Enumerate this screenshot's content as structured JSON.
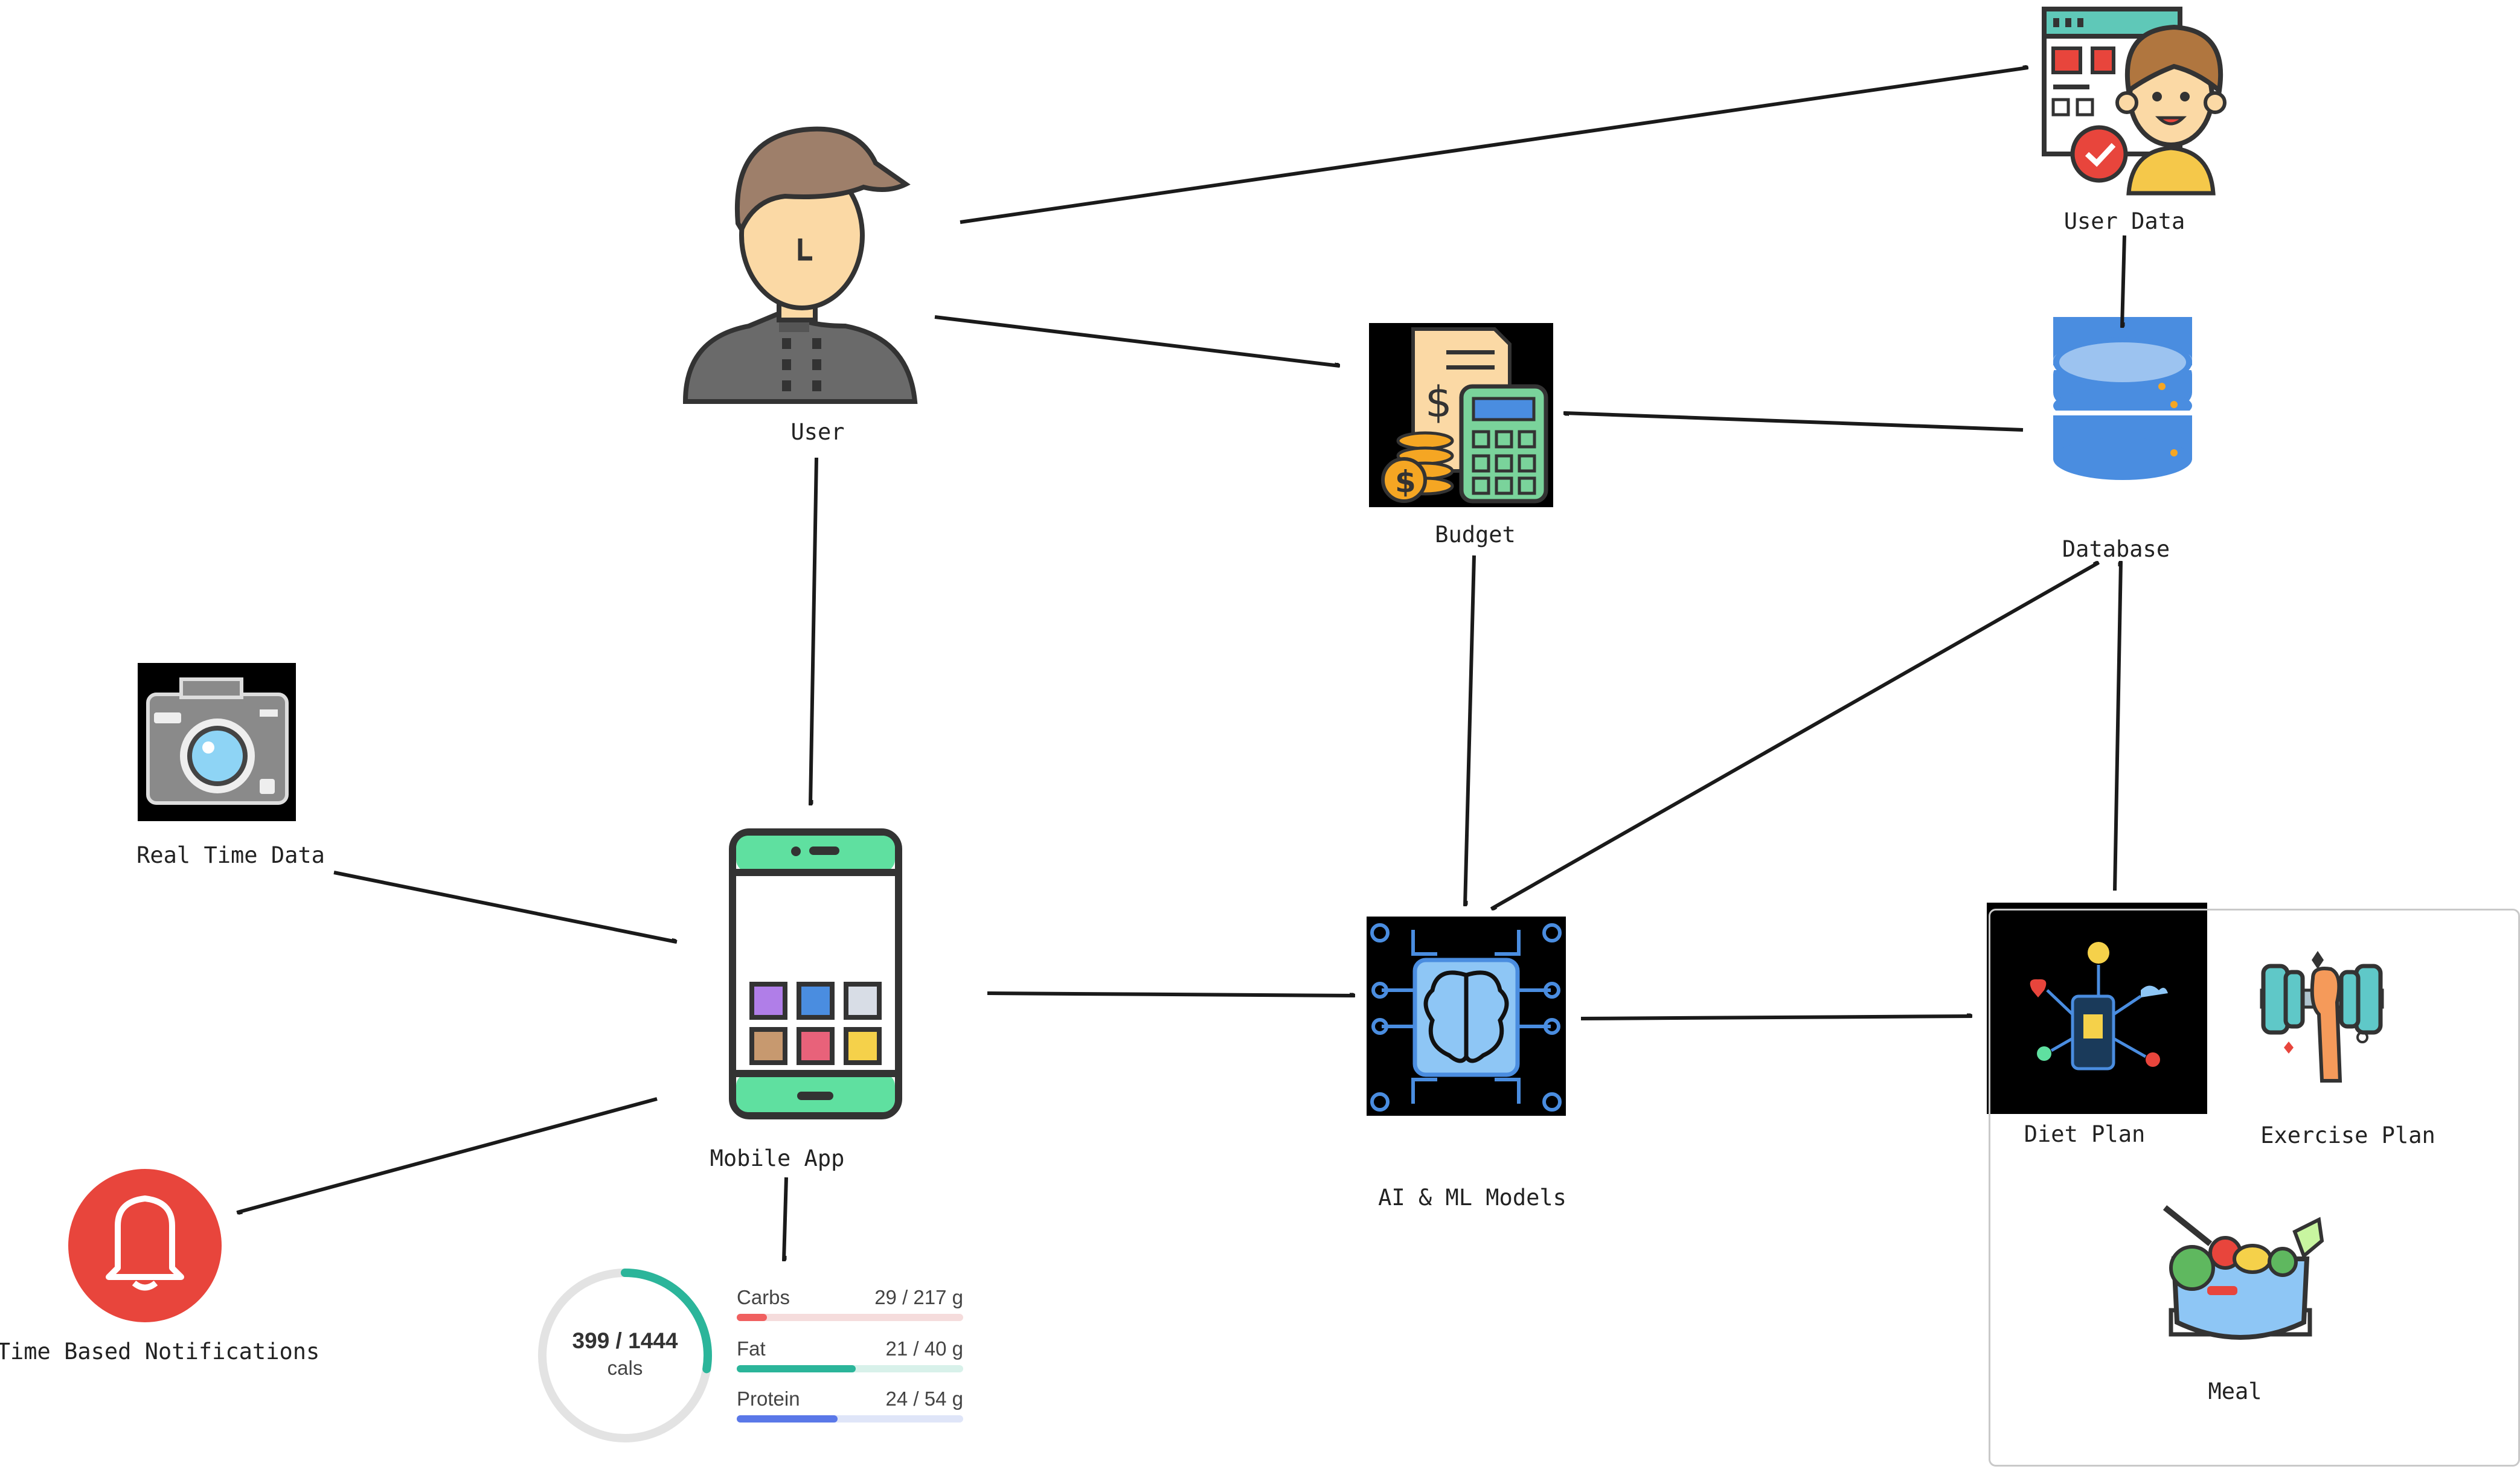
{
  "nodes": {
    "user": "User",
    "user_data": "User Data",
    "budget": "Budget",
    "database": "Database",
    "real_time_data": "Real Time Data",
    "mobile_app": "Mobile App",
    "ai_ml_models": "AI & ML Models",
    "diet_plan": "Diet Plan",
    "exercise_plan": "Exercise Plan",
    "meal": "Meal",
    "time_based_notifications": "Time Based Notifications"
  },
  "macro_widget": {
    "calories": "399 / 1444",
    "calories_unit": "cals",
    "calorie_progress": 0.276,
    "macros": [
      {
        "name": "Carbs",
        "value": "29 / 217 g",
        "fraction": 0.134,
        "color": "#f06060",
        "track": "#f5dcdc"
      },
      {
        "name": "Fat",
        "value": "21 / 40 g",
        "fraction": 0.525,
        "color": "#2bb59a",
        "track": "#d8f1ea"
      },
      {
        "name": "Protein",
        "value": "24 / 54 g",
        "fraction": 0.444,
        "color": "#5a78e8",
        "track": "#dfe5f8"
      }
    ]
  },
  "edges": [
    {
      "from": "user",
      "to": "user_data"
    },
    {
      "from": "user",
      "to": "budget"
    },
    {
      "from": "user",
      "to": "mobile_app"
    },
    {
      "from": "user_data",
      "to": "database"
    },
    {
      "from": "database",
      "to": "budget"
    },
    {
      "from": "budget",
      "to": "ai_ml_models"
    },
    {
      "from": "ai_ml_models",
      "to": "database",
      "bidirectional": true
    },
    {
      "from": "real_time_data",
      "to": "mobile_app"
    },
    {
      "from": "mobile_app",
      "to": "ai_ml_models"
    },
    {
      "from": "ai_ml_models",
      "to": "plans_group"
    },
    {
      "from": "plans_group",
      "to": "database"
    },
    {
      "from": "mobile_app",
      "to": "time_based_notifications"
    },
    {
      "from": "mobile_app",
      "to": "macro_widget"
    }
  ],
  "colors": {
    "edge": "#1a1a1a",
    "notification": "#e8453c",
    "phone_screen": "#5fe0a0",
    "database": "#4a8de0"
  }
}
